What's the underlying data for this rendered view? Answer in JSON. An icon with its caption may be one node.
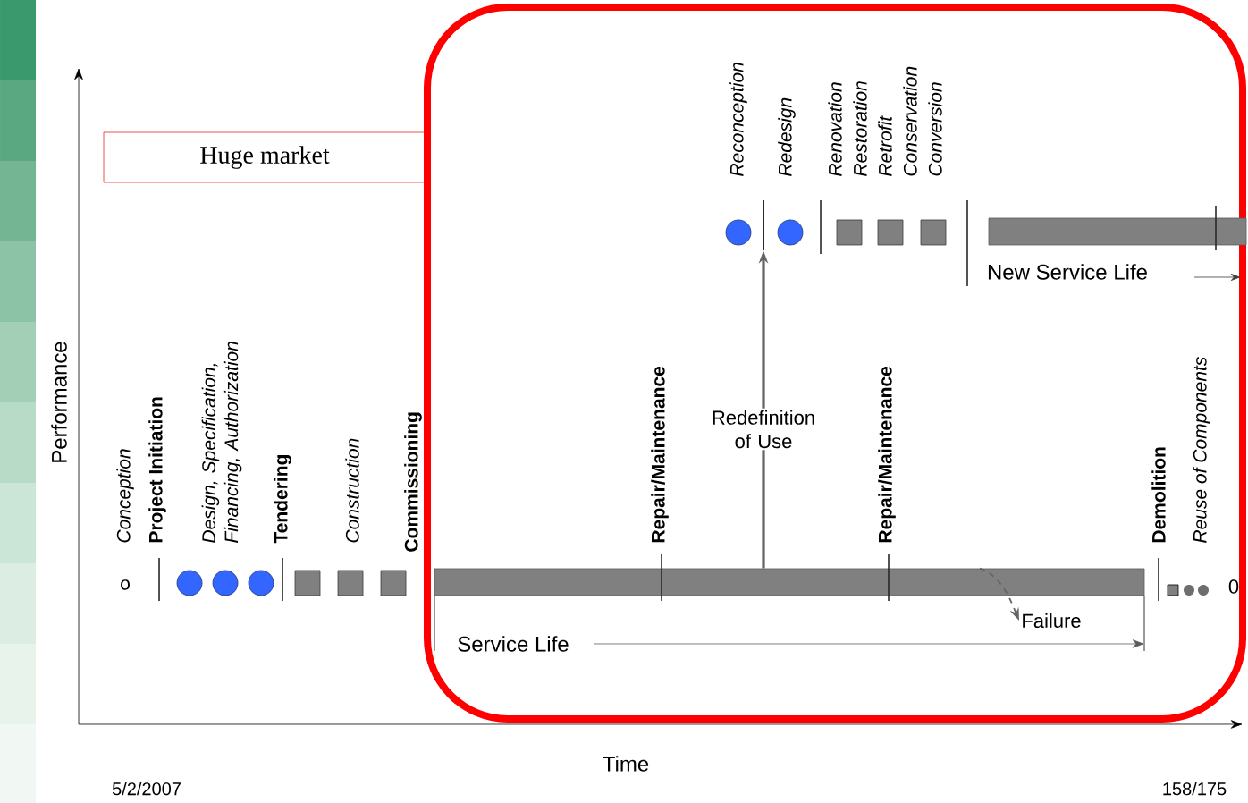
{
  "diagram": {
    "nodes": [
      {
        "text": [
          "Huge market"
        ]
      },
      {
        "text": [],
        "shape": "box"
      },
      {
        "text": [],
        "shape": "bar",
        "in": 1
      },
      {
        "text": [],
        "shape": "bar",
        "in": 1
      },
      {
        "text": [
          "Failure"
        ],
        "in": 1
      },
      {
        "text": [],
        "shape": "bar",
        "in": 1
      }
    ],
    "edges": [
      {
        "from": 2,
        "to": 5,
        "arrow": "to",
        "label": "Redefinition of Use"
      },
      {
        "from": 2,
        "to": 4,
        "arrow": "to",
        "style": "dashed"
      }
    ],
    "labels": [
      "Reconception",
      "Redesign",
      "Renovation",
      "Restoration",
      "Retrofit",
      "Conservation",
      "Conversion",
      "New Service Life",
      "Performance",
      "Conception",
      "Project Initiation",
      "Design, Specification, Financing, Authorization",
      "Tendering",
      "Construction",
      "Commissioning",
      "Repair/Maintenance",
      "Repair/Maintenance",
      "Demolition",
      "Reuse of Components",
      "o",
      "0",
      "Service Life",
      "Time",
      "5/2/2007",
      "158/175"
    ]
  }
}
